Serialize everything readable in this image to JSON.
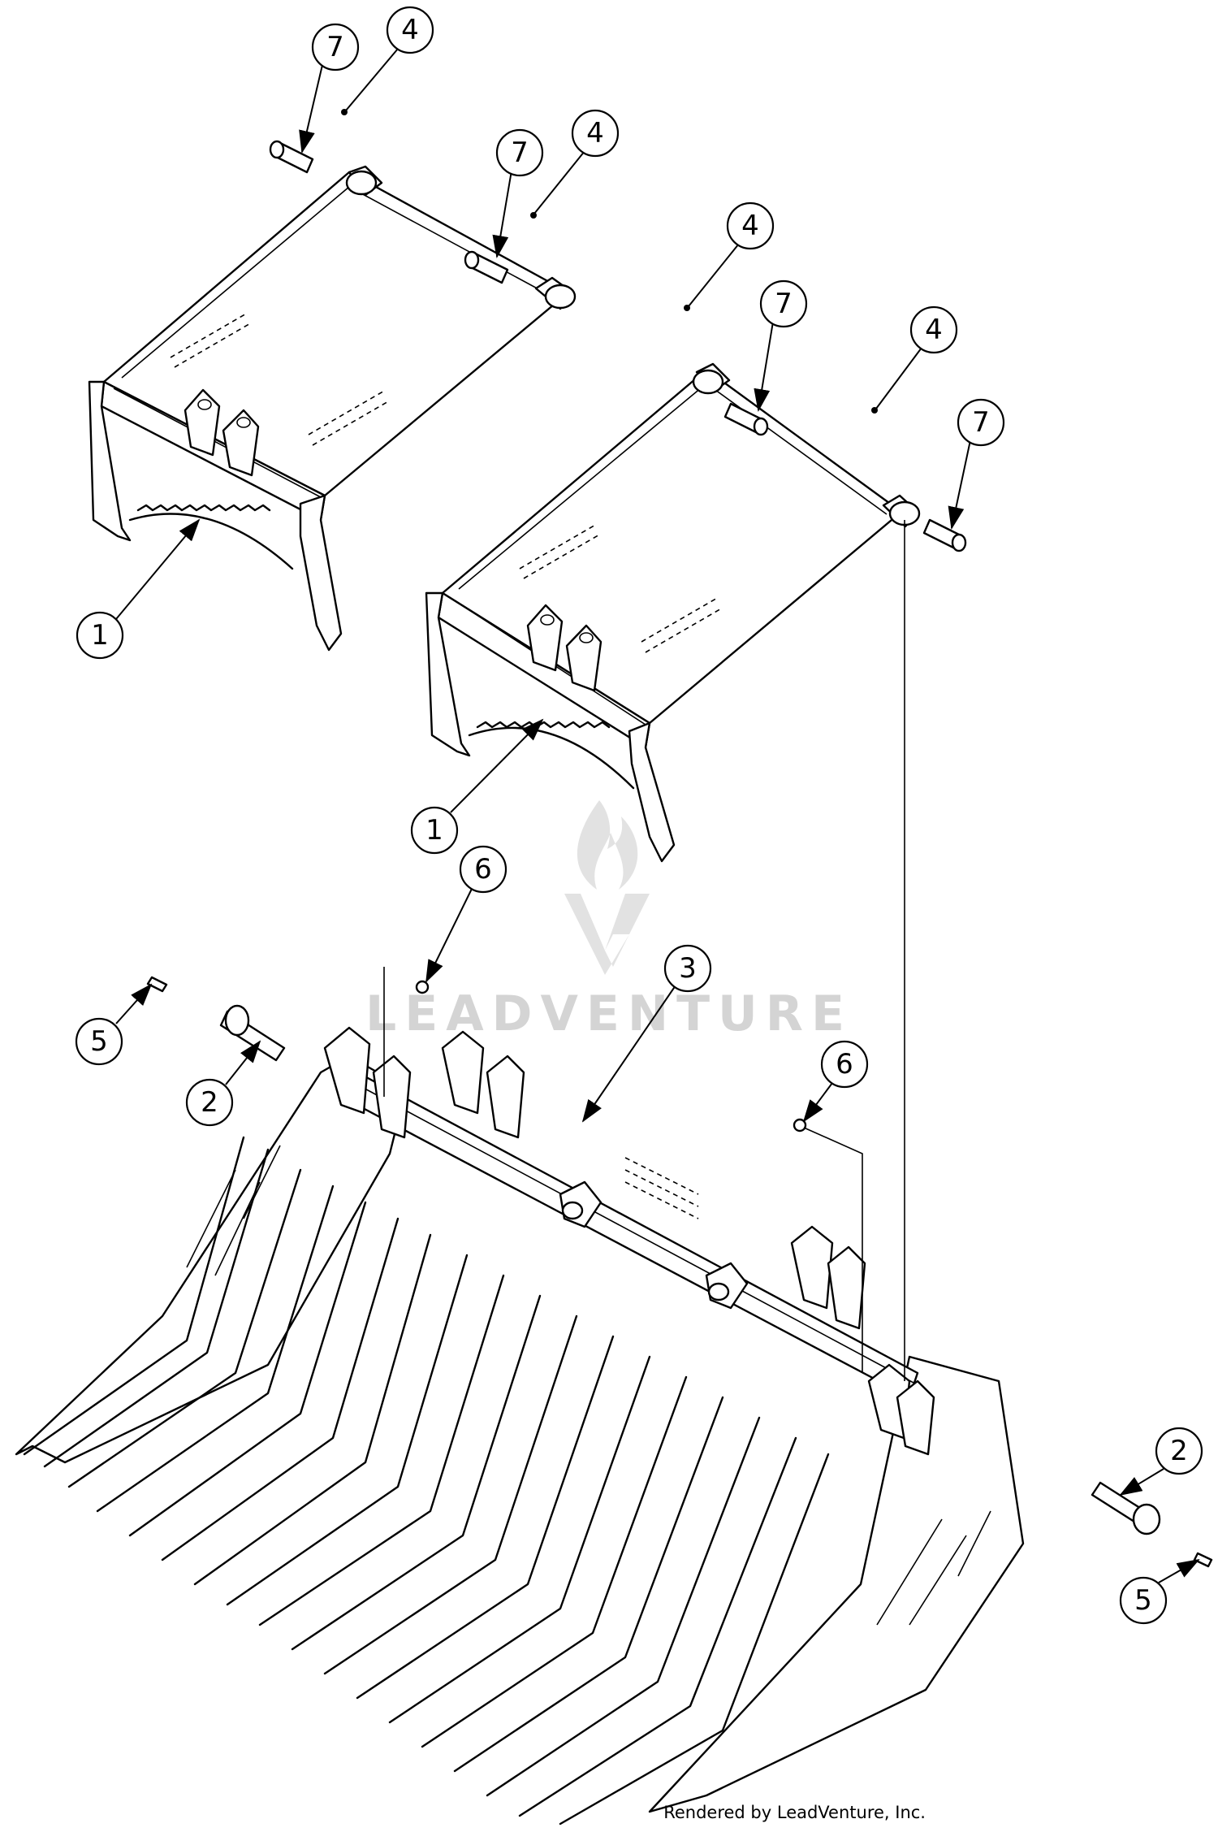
{
  "watermark": {
    "text": "LEADVENTURE"
  },
  "footer": {
    "text": "Rendered by LeadVenture, Inc."
  },
  "callouts": [
    {
      "label": "7"
    },
    {
      "label": "4"
    },
    {
      "label": "7"
    },
    {
      "label": "4"
    },
    {
      "label": "4"
    },
    {
      "label": "7"
    },
    {
      "label": "4"
    },
    {
      "label": "7"
    },
    {
      "label": "1"
    },
    {
      "label": "1"
    },
    {
      "label": "6"
    },
    {
      "label": "3"
    },
    {
      "label": "6"
    },
    {
      "label": "5"
    },
    {
      "label": "2"
    },
    {
      "label": "2"
    },
    {
      "label": "5"
    }
  ]
}
